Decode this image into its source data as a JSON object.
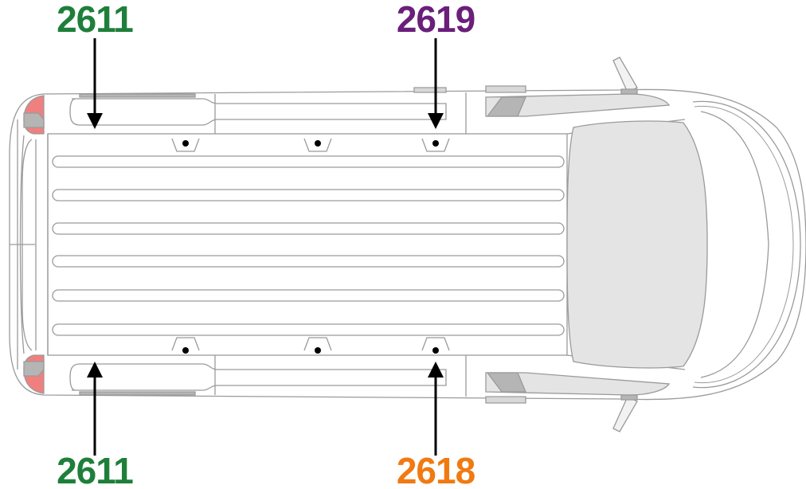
{
  "callouts": {
    "top_left": {
      "code": "2611",
      "color": "#1e7f3a"
    },
    "top_right": {
      "code": "2619",
      "color": "#6a1f7a"
    },
    "bottom_left": {
      "code": "2611",
      "color": "#1e7f3a"
    },
    "bottom_right": {
      "code": "2618",
      "color": "#f07a12"
    }
  },
  "colors": {
    "outline": "#9a9a9a",
    "glass": "#e4e4e4",
    "trim": "#b5b5b5",
    "tail_light": "#f08080",
    "mount_dot": "#000000",
    "arrow": "#000000"
  }
}
